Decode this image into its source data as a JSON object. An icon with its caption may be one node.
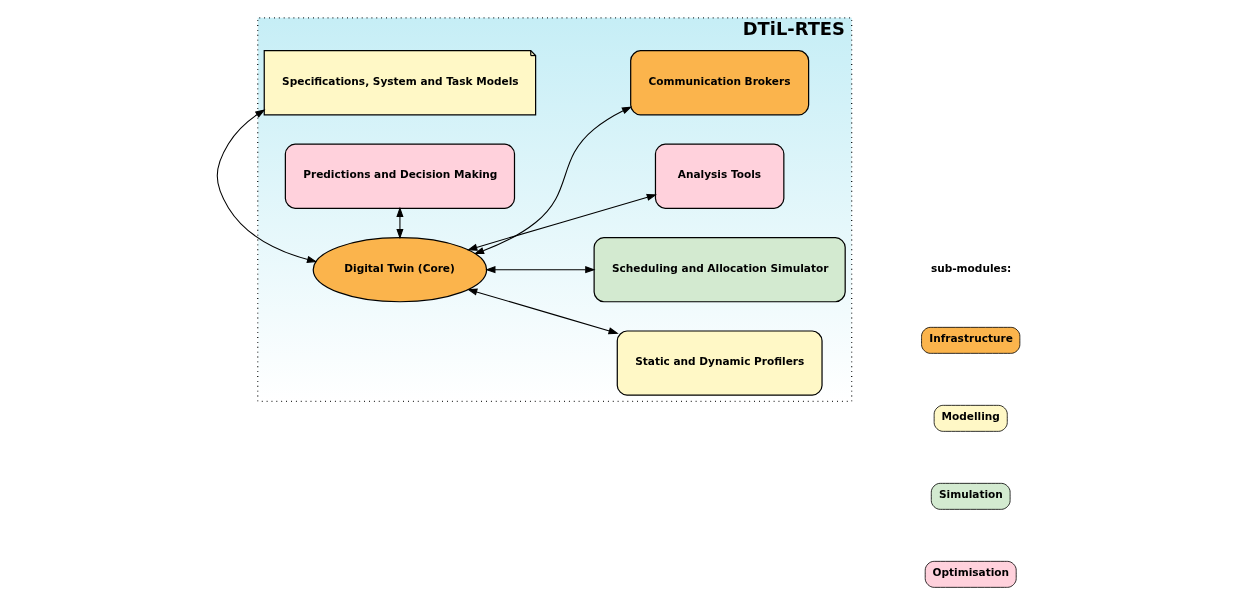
{
  "diagram": {
    "nodes": [
      {
        "text": [
          "DTiL-RTES"
        ]
      },
      {
        "text": [
          "Specifications, System and Task Models"
        ],
        "in": 0
      },
      {
        "text": [
          "Static and Dynamic Profilers"
        ],
        "in": 0
      },
      {
        "text": [
          "Digital Twin (Core)"
        ],
        "in": 0
      },
      {
        "text": [
          "Scheduling and Allocation Simulator"
        ],
        "in": 0
      },
      {
        "text": [
          "Analysis Tools"
        ],
        "in": 0
      },
      {
        "text": [
          "Predictions and Decision Making"
        ],
        "in": 0
      },
      {
        "text": [
          "Communication Brokers"
        ],
        "in": 0
      }
    ],
    "edges": [
      {
        "from": 3,
        "to": 1,
        "arrow": "both"
      },
      {
        "from": 3,
        "to": 2,
        "arrow": "both"
      },
      {
        "from": 3,
        "to": 4,
        "arrow": "both"
      },
      {
        "from": 3,
        "to": 5,
        "arrow": "both"
      },
      {
        "from": 3,
        "to": 6,
        "arrow": "both"
      },
      {
        "from": 3,
        "to": 7,
        "arrow": "both"
      }
    ],
    "labels": [
      "sub-modules:"
    ],
    "legend": [
      {
        "text": "Infrastructure",
        "color": "#fbb44c"
      },
      {
        "text": "Modelling",
        "color": "#fff8c6"
      },
      {
        "text": "Simulation",
        "color": "#d3ead0"
      },
      {
        "text": "Optimisation",
        "color": "#ffd1dc"
      }
    ]
  }
}
